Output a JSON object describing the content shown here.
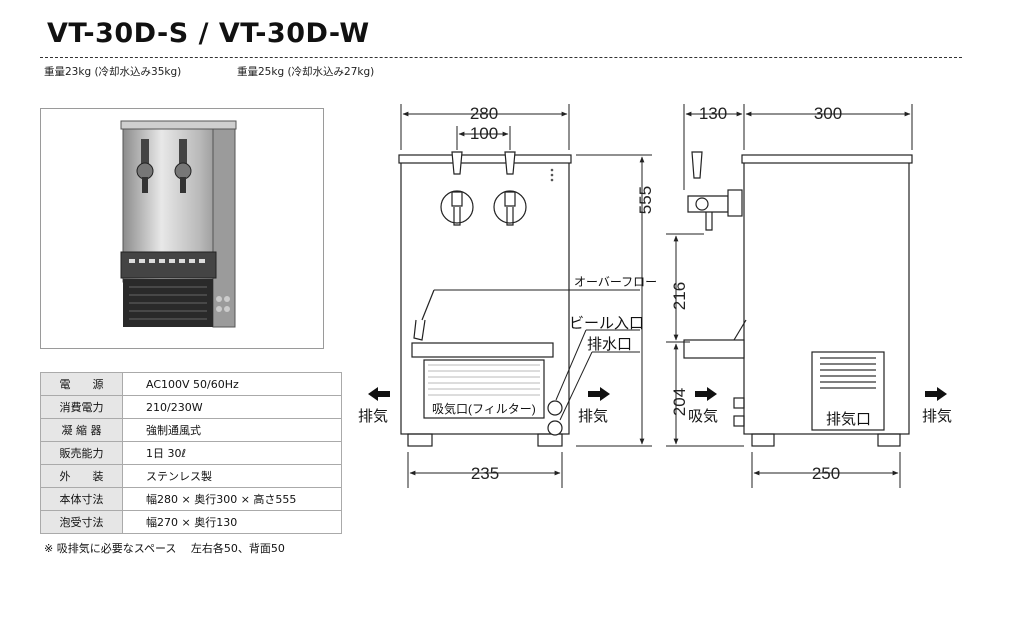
{
  "title": "VT-30D-S / VT-30D-W",
  "weights": {
    "s": "重量23kg (冷却水込み35kg)",
    "w": "重量25kg (冷却水込み27kg)"
  },
  "specs": [
    {
      "label": "電　　源",
      "value": "AC100V 50/60Hz"
    },
    {
      "label": "消費電力",
      "value": "210/230W"
    },
    {
      "label": "凝 縮 器",
      "value": "強制通風式"
    },
    {
      "label": "販売能力",
      "value": "1日 30ℓ"
    },
    {
      "label": "外　　装",
      "value": "ステンレス製"
    },
    {
      "label": "本体寸法",
      "value": "幅280 × 奥行300 × 高さ555"
    },
    {
      "label": "泡受寸法",
      "value": "幅270 × 奥行130"
    }
  ],
  "note": "※ 吸排気に必要なスペース　 左右各50、背面50",
  "front": {
    "width": "280",
    "tap_spacing": "100",
    "height": "555",
    "bottom_width": "235",
    "exhaust_left": "排気",
    "exhaust_right": "排気",
    "filter": "吸気口(フィルター)",
    "overflow": "オーバーフロー",
    "beer_inlet": "ビール入口",
    "drain": "排水口"
  },
  "side": {
    "depth_front": "130",
    "depth": "300",
    "h_tray": "216",
    "h_bottom": "204",
    "bottom_width": "250",
    "intake": "吸気",
    "exhaust_right": "排気",
    "exhaust_port": "排気口"
  }
}
